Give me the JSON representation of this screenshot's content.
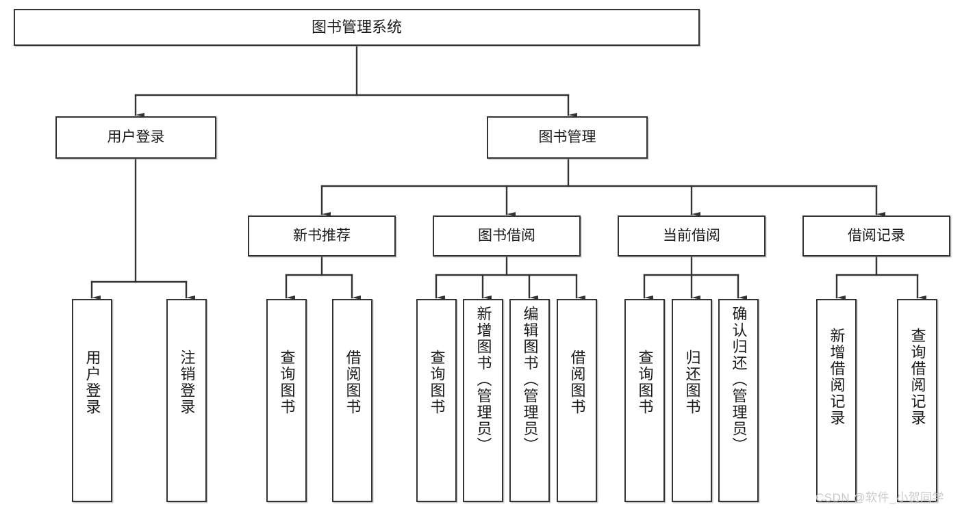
{
  "diagram": {
    "type": "tree-hierarchy",
    "title": "图书管理系统",
    "orientation": "top-down",
    "colors": {
      "box_border": "#333333",
      "box_fill": "#ffffff",
      "edge": "#333333",
      "text": "#1a1a1a",
      "watermark": "#c9c9c9",
      "background": "#ffffff"
    },
    "nodes": {
      "root": {
        "label": "图书管理系统"
      },
      "level2": [
        {
          "id": "user-login",
          "label": "用户登录"
        },
        {
          "id": "book-manage",
          "label": "图书管理"
        }
      ],
      "level3": [
        {
          "id": "new-book-rec",
          "label": "新书推荐"
        },
        {
          "id": "book-borrow",
          "label": "图书借阅"
        },
        {
          "id": "current-borrow",
          "label": "当前借阅"
        },
        {
          "id": "borrow-record",
          "label": "借阅记录"
        }
      ],
      "leaves": {
        "user_login": [
          {
            "id": "leaf-user-login",
            "label": "用户登录"
          },
          {
            "id": "leaf-logout-login",
            "label": "注销登录"
          }
        ],
        "new_book_rec": [
          {
            "id": "leaf-query-book-1",
            "label": "查询图书"
          },
          {
            "id": "leaf-borrow-book-1",
            "label": "借阅图书"
          }
        ],
        "book_borrow": [
          {
            "id": "leaf-query-book-2",
            "label": "查询图书"
          },
          {
            "id": "leaf-add-book",
            "label": "新增图书（管理员）"
          },
          {
            "id": "leaf-edit-book",
            "label": "编辑图书（管理员）"
          },
          {
            "id": "leaf-borrow-book-2",
            "label": "借阅图书"
          }
        ],
        "current_borrow": [
          {
            "id": "leaf-query-book-3",
            "label": "查询图书"
          },
          {
            "id": "leaf-return-book",
            "label": "归还图书"
          },
          {
            "id": "leaf-confirm-return",
            "label": "确认归还（管理员）"
          }
        ],
        "borrow_record": [
          {
            "id": "leaf-add-record",
            "label": "新增借阅记录"
          },
          {
            "id": "leaf-query-record",
            "label": "查询借阅记录"
          }
        ]
      }
    }
  },
  "watermark": {
    "text": "CSDN @软件_小贺同学"
  }
}
